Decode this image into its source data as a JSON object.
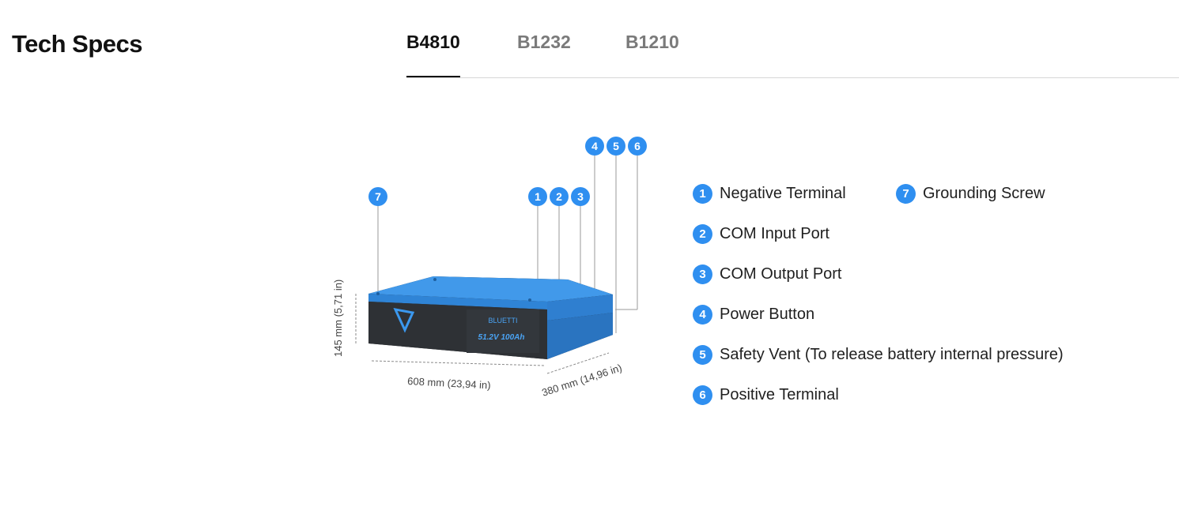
{
  "header": {
    "title": "Tech Specs"
  },
  "tabs": [
    {
      "label": "B4810",
      "active": true
    },
    {
      "label": "B1232",
      "active": false
    },
    {
      "label": "B1210",
      "active": false
    }
  ],
  "product": {
    "brand": "BLUETTI",
    "rating": "51.2V 100Ah",
    "dimensions": {
      "height": "145 mm (5,71 in)",
      "width": "608 mm (23,94 in)",
      "depth": "380 mm (14,96 in)"
    }
  },
  "legend": [
    {
      "number": "1",
      "label": "Negative Terminal"
    },
    {
      "number": "2",
      "label": "COM Input Port"
    },
    {
      "number": "3",
      "label": "COM Output Port"
    },
    {
      "number": "4",
      "label": "Power Button"
    },
    {
      "number": "5",
      "label": "Safety Vent (To release battery internal pressure)"
    },
    {
      "number": "6",
      "label": "Positive Terminal"
    },
    {
      "number": "7",
      "label": "Grounding Screw"
    }
  ],
  "colors": {
    "badge": "#2f8ff0",
    "battery_top": "#3e93e6",
    "battery_front": "#2e3135"
  }
}
